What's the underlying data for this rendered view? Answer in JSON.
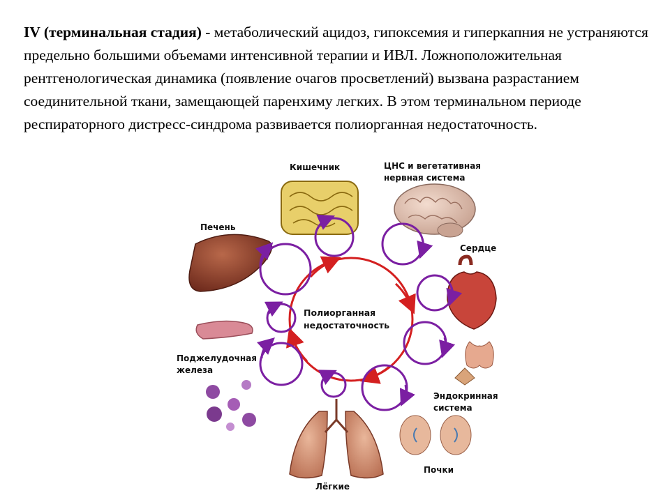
{
  "paragraph": {
    "stage": "IV (терминальная стадия)",
    "text": " - метаболический ацидоз, гипоксемия и гиперкапния не устраняются предельно большими объемами интенсивной терапии и ИВЛ. Ложноположительная рентгенологическая динамика (появление очагов просветлений) вызвана разрастанием соединительной ткани, замещающей паренхиму легких. В этом терминальном периоде респираторного дистресс-синдрома развивается полиорганная недостаточность."
  },
  "diagram": {
    "center": [
      "Полиорганная",
      "недостаточность"
    ],
    "organs": {
      "intestine": "Кишечник",
      "cns": [
        "ЦНС и вегетативная",
        "нервная система"
      ],
      "liver": "Печень",
      "heart": "Сердце",
      "pancreas": [
        "Поджелудочная",
        "железа"
      ],
      "endocrine": [
        "Эндокринная",
        "система"
      ],
      "lungs": "Лёгкие",
      "kidneys": "Почки"
    },
    "colors": {
      "central_circle": "#d42020",
      "cycles": "#7b1fa2"
    }
  }
}
